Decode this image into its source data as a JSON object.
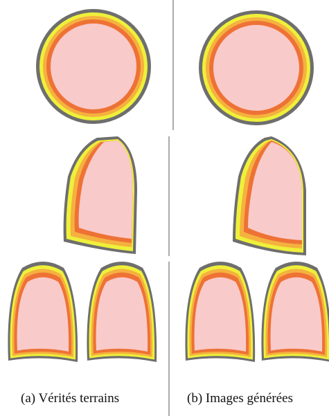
{
  "captions": {
    "left": "(a) Vérités terrains",
    "right": "(b) Images générées"
  },
  "colors": {
    "fill": "#f9caca",
    "inner_ring": "#ee7235",
    "middle_ring": "#f5b13f",
    "outer_ring": "#eef03a",
    "outline": "#6e6e6e",
    "divider": "#555555"
  },
  "rows": [
    {
      "shape": "circle"
    },
    {
      "shape": "single-leaf"
    },
    {
      "shape": "double-leaf"
    }
  ]
}
